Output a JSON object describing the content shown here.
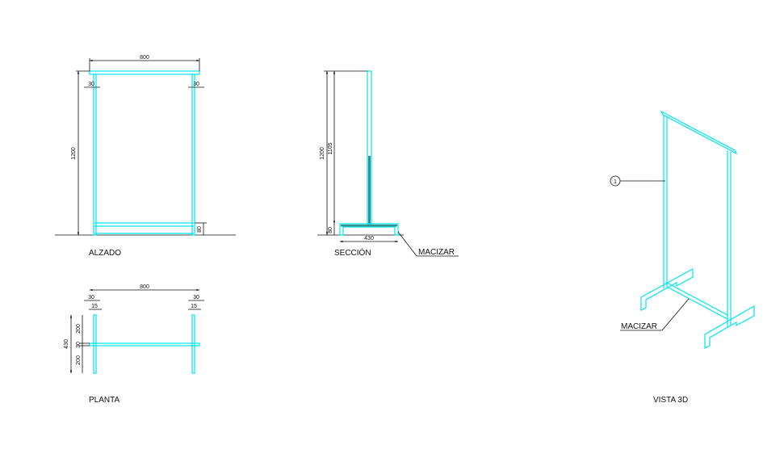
{
  "labels": {
    "alzado": "ALZADO",
    "seccion": "SECCIÓN",
    "planta": "PLANTA",
    "vista3d": "VISTA 3D",
    "macizar_seccion": "MACIZAR",
    "macizar_3d": "MACIZAR",
    "callout": "1"
  },
  "dimensions": {
    "alzado_width": "800",
    "alzado_left": "30",
    "alzado_right": "30",
    "alzado_height": "1200",
    "alzado_base": "80",
    "seccion_total": "1200",
    "seccion_upper": "1105",
    "seccion_base": "80",
    "seccion_foot": "430",
    "planta_width": "800",
    "planta_left_30": "30",
    "planta_right_30": "30",
    "planta_left_15": "15",
    "planta_right_15": "15",
    "planta_depth": "430",
    "planta_200_top": "200",
    "planta_30": "30",
    "planta_200_bottom": "200"
  },
  "colors": {
    "line": "#00e5ee",
    "fill": "#3a8f8f",
    "annotation": "#111111"
  }
}
